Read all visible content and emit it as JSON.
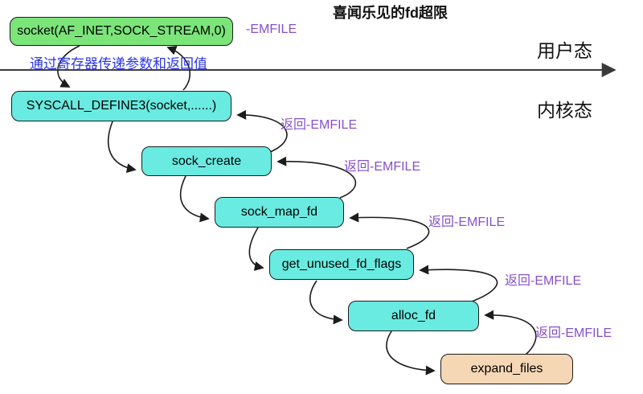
{
  "title": "喜闻乐见的fd超限",
  "labels": {
    "user_mode": "用户态",
    "kernel_mode": "内核态",
    "register_note": "通过寄存器传递参数和返回值",
    "emfile_top": "-EMFILE",
    "return_emfile": "返回-EMFILE"
  },
  "colors": {
    "node_green": "#7be579",
    "node_cyan": "#69ebe1",
    "node_peach": "#f6d7b5",
    "emfile_purple": "#8650cb",
    "note_blue": "#2b35e8",
    "arrow_dark": "#1c1c1c"
  },
  "nodes": [
    {
      "id": "socket",
      "label": "socket(AF_INET,SOCK_STREAM,0)",
      "fill": "#7be579"
    },
    {
      "id": "syscall_define3",
      "label": "SYSCALL_DEFINE3(socket,......)",
      "fill": "#69ebe1"
    },
    {
      "id": "sock_create",
      "label": "sock_create",
      "fill": "#69ebe1"
    },
    {
      "id": "sock_map_fd",
      "label": "sock_map_fd",
      "fill": "#69ebe1"
    },
    {
      "id": "get_unused_fd_flags",
      "label": "get_unused_fd_flags",
      "fill": "#69ebe1"
    },
    {
      "id": "alloc_fd",
      "label": "alloc_fd",
      "fill": "#69ebe1"
    },
    {
      "id": "expand_files",
      "label": "expand_files",
      "fill": "#f6d7b5"
    }
  ]
}
